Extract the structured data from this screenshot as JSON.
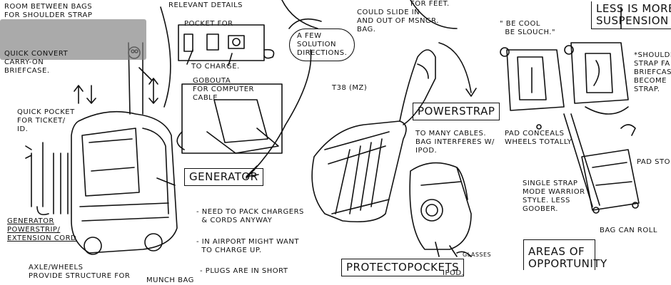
{
  "notes": {
    "room_bags": "ROOM BETWEEN BAGS\nFOR SHOULDER STRAP",
    "quick_convert": "QUICK CONVERT\nCARRY-ON\nBRIEFCASE.",
    "quick_pocket": "QUICK POCKET\nFOR TICKET/\nID.",
    "generator_powerstrip": "GENERATOR\nPOWERSTRIP/\nEXTENSION CORD",
    "axle": "AXLE/WHEELS\nPROVIDE STRUCTURE FOR",
    "pocket_for": "POCKET FOR",
    "to_charge": "TO CHARGE.",
    "gobouta": "GOBOUTA\nFOR COMPUTER\nCABLE",
    "generator": "GENERATOR",
    "need_pack": "- NEED TO PACK CHARGERS\n  & CORDS ANYWAY",
    "in_airport": "- IN AIRPORT MIGHT WANT\n  TO CHARGE UP.",
    "plugs": "- PLUGS ARE IN SHORT",
    "few_solution": "A FEW\nSOLUTION\nDIRECTIONS.",
    "could_slide": "COULD SLIDE IN\nAND OUT OF MSNGR.\nBAG.",
    "for_feet": "FOR FEET.",
    "t38": "T38 (MZ)",
    "powerstrap": "POWERSTRAP",
    "to_many": "TO MANY CABLES.\nBAG INTERFERES W/\nIPOD.",
    "protectopockets": "PROTECTOPOCKETS",
    "ipod": "IPOD.",
    "glasses": "GLASSES",
    "be_cool": "\" BE COOL\n  BE SLOUCH.\"",
    "less_is_more": "LESS IS MORE:\nSUSPENSION",
    "pad_conceals": "PAD CONCEALS\nWHEELS TOTALLY",
    "single_strap": "SINGLE STRAP\nMODE WARRIOR\nSTYLE. LESS\nGOOBER.",
    "shoulder_strap": "*SHOULDER\nSTRAP FA\nBRIEFCAS\nBECOME\nSTRAP.",
    "pad_stor": "PAD STOR",
    "bag_can_roll": "BAG CAN ROLL",
    "areas_of_opportunity": "AREAS OF\nOPPORTUNITY",
    "relevant_details": "RELEVANT DETAILS",
    "munch_bag": "MUNCH BAG"
  }
}
